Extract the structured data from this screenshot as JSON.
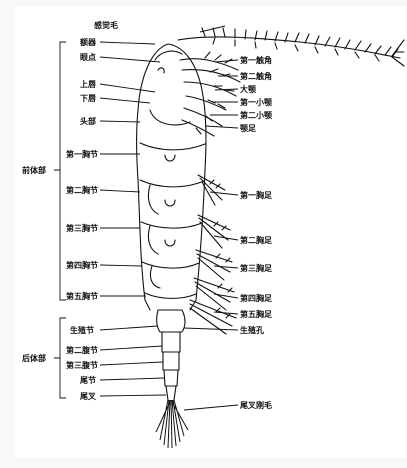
{
  "diagram": {
    "title": "",
    "groups": {
      "front_body": "前体部",
      "rear_body": "后体部"
    },
    "left_labels": {
      "head_lobe": "额器",
      "eye": "眼点",
      "upper_lip": "上唇",
      "lower_lip": "下唇",
      "head": "头部",
      "thorax_1": "第一胸节",
      "thorax_2": "第二胸节",
      "thorax_3": "第三胸节",
      "thorax_4": "第四胸节",
      "thorax_5": "第五胸节",
      "genital_segment": "生殖节",
      "abdomen_2": "第二腹节",
      "abdomen_3": "第三腹节",
      "tail_segment": "尾节",
      "furca": "尾叉"
    },
    "right_labels": {
      "sensory_hair": "感觉毛",
      "antenna_1": "第一触角",
      "antenna_2": "第二触角",
      "mandible": "大颚",
      "maxilla_1": "第一小颚",
      "maxilla_2": "第二小颚",
      "maxilliped": "颚足",
      "leg_1": "第一胸足",
      "leg_2": "第二胸足",
      "leg_3": "第三胸足",
      "leg_4": "第四胸足",
      "leg_5": "第五胸足",
      "genital_pore": "生殖孔",
      "furcal_setae": "尾叉刚毛"
    },
    "colors": {
      "ink": "#111111",
      "paper": "#ffffff",
      "background": "#f7f8f8"
    }
  }
}
